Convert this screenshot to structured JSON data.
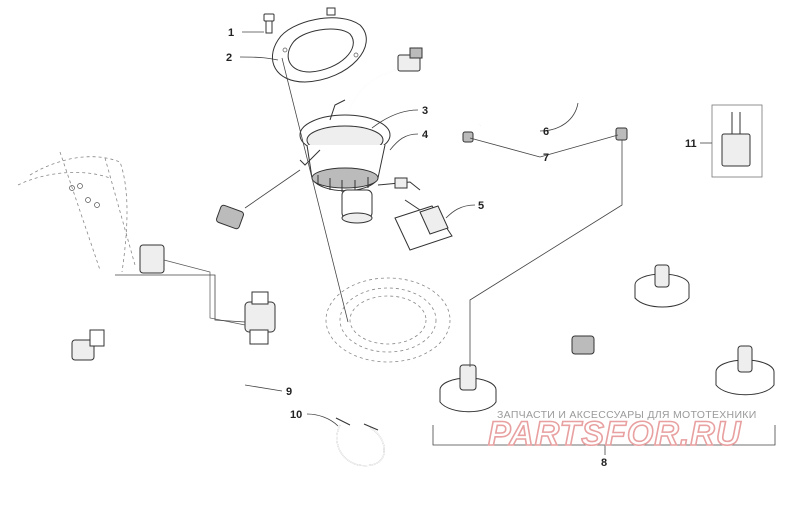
{
  "callouts": {
    "c1": "1",
    "c2": "2",
    "c3": "3",
    "c4": "4",
    "c5": "5",
    "c6": "6",
    "c7": "7",
    "c8": "8",
    "c9": "9",
    "c10": "10",
    "c11": "11"
  },
  "watermark": {
    "subtitle": "ЗАПЧАСТИ И АКСЕССУАРЫ ДЛЯ МОТОТЕХНИКИ",
    "brand": "PARTSFOR.RU"
  }
}
